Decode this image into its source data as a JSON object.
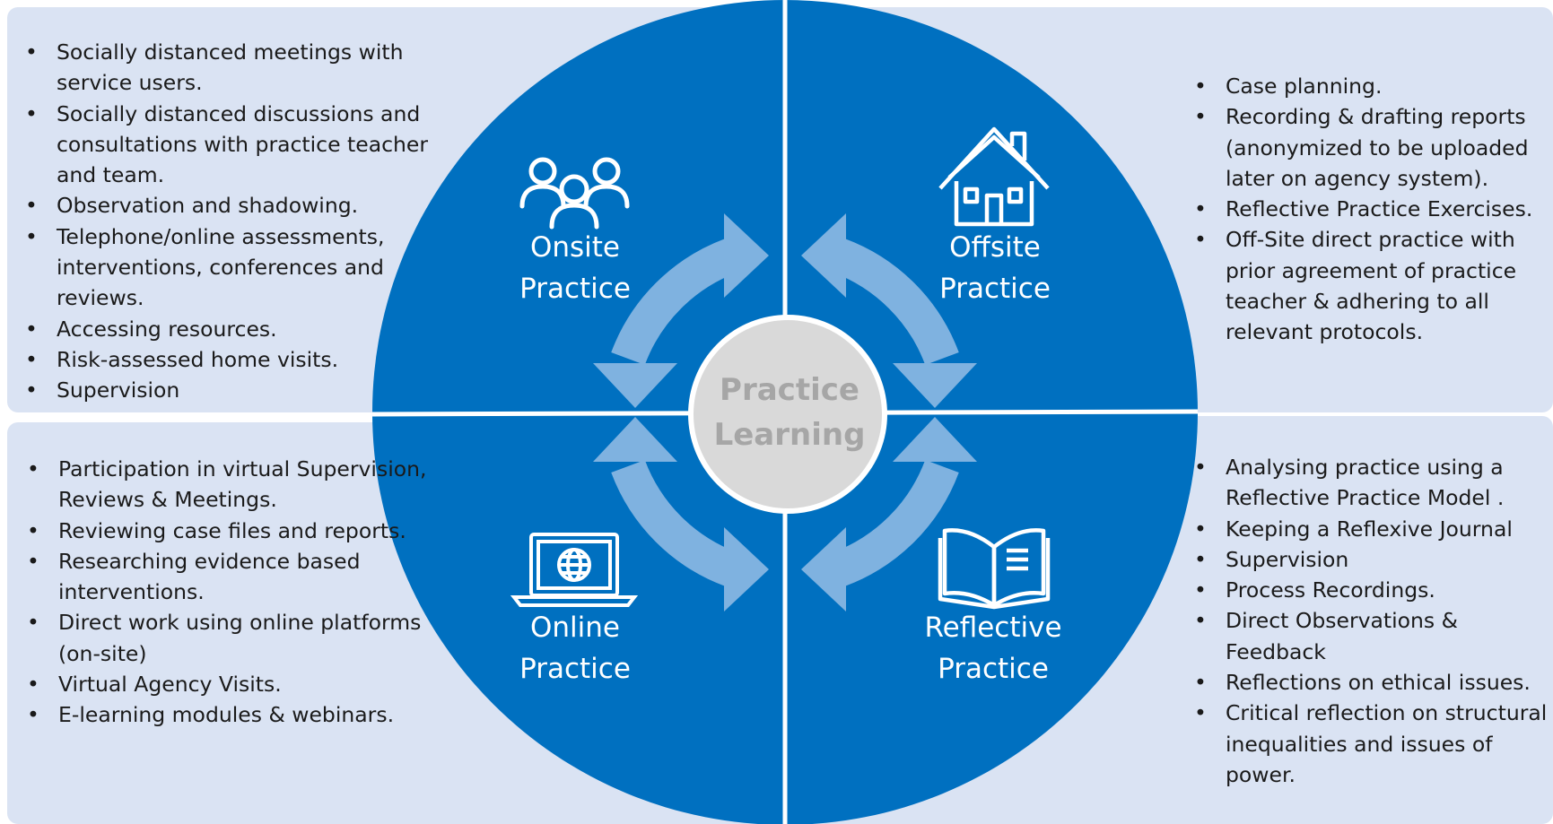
{
  "center": {
    "line1": "Practice",
    "line2": "Learning"
  },
  "quadrants": {
    "onsite": {
      "line1": "Onsite",
      "line2": "Practice",
      "icon": "people-group-icon"
    },
    "offsite": {
      "line1": "Offsite",
      "line2": "Practice",
      "icon": "house-icon"
    },
    "online": {
      "line1": "Online",
      "line2": "Practice",
      "icon": "laptop-globe-icon"
    },
    "reflective": {
      "line1": "Reflective",
      "line2": "Practice",
      "icon": "open-book-icon"
    }
  },
  "lists": {
    "onsite": [
      "Socially distanced meetings with service users.",
      "Socially distanced discussions and consultations with practice teacher and team.",
      "Observation and shadowing.",
      "Telephone/online assessments, interventions, conferences and reviews.",
      "Accessing resources.",
      "Risk-assessed home visits.",
      "Supervision"
    ],
    "offsite": [
      "Case planning.",
      "Recording & drafting reports (anonymized to be uploaded later on agency system).",
      "Reflective Practice Exercises.",
      "Off-Site direct practice with prior agreement of practice teacher & adhering to all relevant protocols."
    ],
    "online": [
      "Participation in virtual Supervision, Reviews & Meetings.",
      "Reviewing case files and reports.",
      "Researching evidence based interventions.",
      "Direct work using online platforms (on-site)",
      "Virtual Agency Visits.",
      "E-learning modules & webinars."
    ],
    "reflective": [
      "Analysing practice using a Reflective Practice Model .",
      "Keeping a Reflexive Journal",
      "Supervision",
      "Process Recordings.",
      "Direct Observations & Feedback",
      "Reflections on ethical issues.",
      "Critical reflection on structural inequalities and issues of power."
    ]
  },
  "colors": {
    "panel": "#dae3f3",
    "circle": "#0070c0",
    "arrow": "#7fb2e0",
    "center_fill": "#d9d9d9",
    "center_text": "#a6a6a6"
  }
}
